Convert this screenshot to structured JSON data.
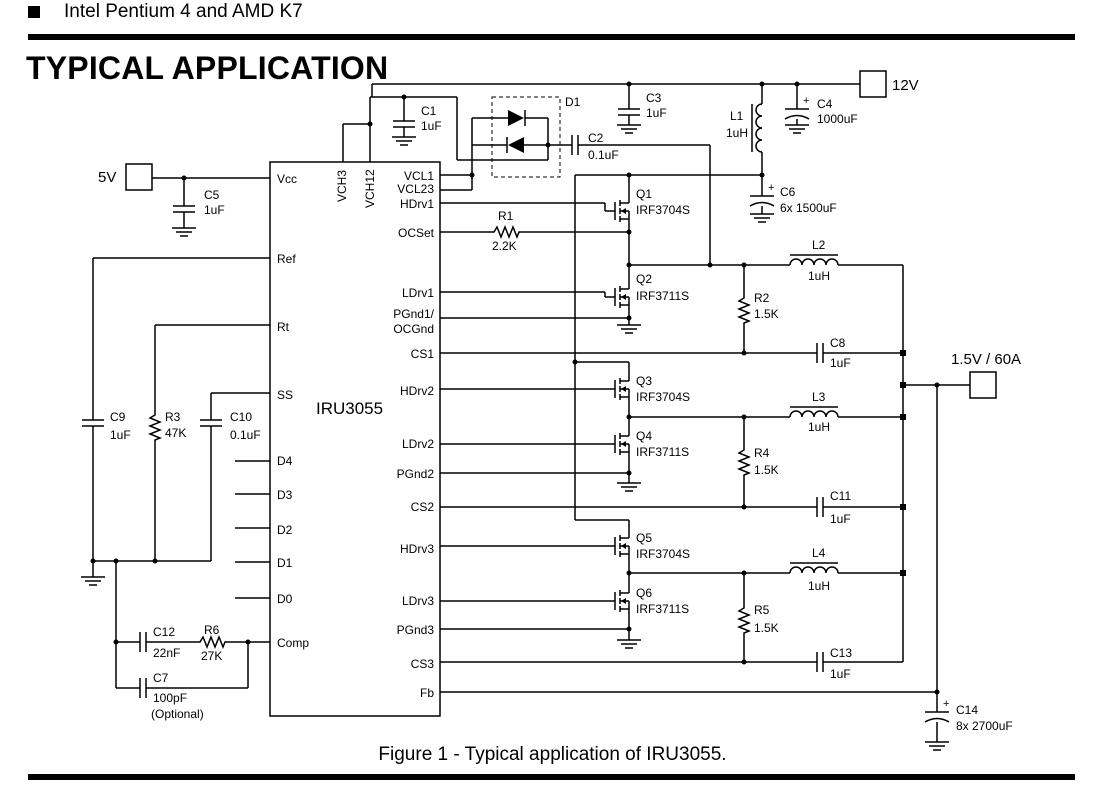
{
  "header": {
    "text": "Intel Pentium 4 and AMD K7"
  },
  "section_title": "TYPICAL APPLICATION",
  "caption": "Figure 1 - Typical application of IRU3055.",
  "ic": {
    "name": "IRU3055",
    "pins_left": {
      "vcc": "Vcc",
      "ref": "Ref",
      "rt": "Rt",
      "ss": "SS",
      "d4": "D4",
      "d3": "D3",
      "d2": "D2",
      "d1": "D1",
      "d0": "D0",
      "comp": "Comp"
    },
    "pins_top": {
      "vch3": "VCH3",
      "vch12": "VCH12"
    },
    "pins_right": {
      "vcl1": "VCL1",
      "vcl23": "VCL23",
      "hdrv1": "HDrv1",
      "ocset": "OCSet",
      "ldrv1": "LDrv1",
      "pgnd1": "PGnd1/",
      "ocgnd": "OCGnd",
      "cs1": "CS1",
      "hdrv2": "HDrv2",
      "ldrv2": "LDrv2",
      "pgnd2": "PGnd2",
      "cs2": "CS2",
      "hdrv3": "HDrv3",
      "ldrv3": "LDrv3",
      "pgnd3": "PGnd3",
      "cs3": "CS3",
      "fb": "Fb"
    }
  },
  "inputs": {
    "v5": "5V",
    "v12": "12V"
  },
  "output": "1.5V / 60A",
  "components": {
    "c1": {
      "ref": "C1",
      "value": "1uF"
    },
    "c2": {
      "ref": "C2",
      "value": "0.1uF"
    },
    "c3": {
      "ref": "C3",
      "value": "1uF"
    },
    "c4": {
      "ref": "C4",
      "value": "1000uF"
    },
    "c5": {
      "ref": "C5",
      "value": "1uF"
    },
    "c6": {
      "ref": "C6",
      "value": "6x 1500uF"
    },
    "c7": {
      "ref": "C7",
      "value": "100pF",
      "note": "(Optional)"
    },
    "c8": {
      "ref": "C8",
      "value": "1uF"
    },
    "c9": {
      "ref": "C9",
      "value": "1uF"
    },
    "c10": {
      "ref": "C10",
      "value": "0.1uF"
    },
    "c11": {
      "ref": "C11",
      "value": "1uF"
    },
    "c12": {
      "ref": "C12",
      "value": "22nF"
    },
    "c13": {
      "ref": "C13",
      "value": "1uF"
    },
    "c14": {
      "ref": "C14",
      "value": "8x 2700uF"
    },
    "d1": {
      "ref": "D1"
    },
    "l1": {
      "ref": "L1",
      "value": "1uH"
    },
    "l2": {
      "ref": "L2",
      "value": "1uH"
    },
    "l3": {
      "ref": "L3",
      "value": "1uH"
    },
    "l4": {
      "ref": "L4",
      "value": "1uH"
    },
    "r1": {
      "ref": "R1",
      "value": "2.2K"
    },
    "r2": {
      "ref": "R2",
      "value": "1.5K"
    },
    "r3": {
      "ref": "R3",
      "value": "47K"
    },
    "r4": {
      "ref": "R4",
      "value": "1.5K"
    },
    "r5": {
      "ref": "R5",
      "value": "1.5K"
    },
    "r6": {
      "ref": "R6",
      "value": "27K"
    },
    "q1": {
      "ref": "Q1",
      "value": "IRF3704S"
    },
    "q2": {
      "ref": "Q2",
      "value": "IRF3711S"
    },
    "q3": {
      "ref": "Q3",
      "value": "IRF3704S"
    },
    "q4": {
      "ref": "Q4",
      "value": "IRF3711S"
    },
    "q5": {
      "ref": "Q5",
      "value": "IRF3704S"
    },
    "q6": {
      "ref": "Q6",
      "value": "IRF3711S"
    }
  }
}
